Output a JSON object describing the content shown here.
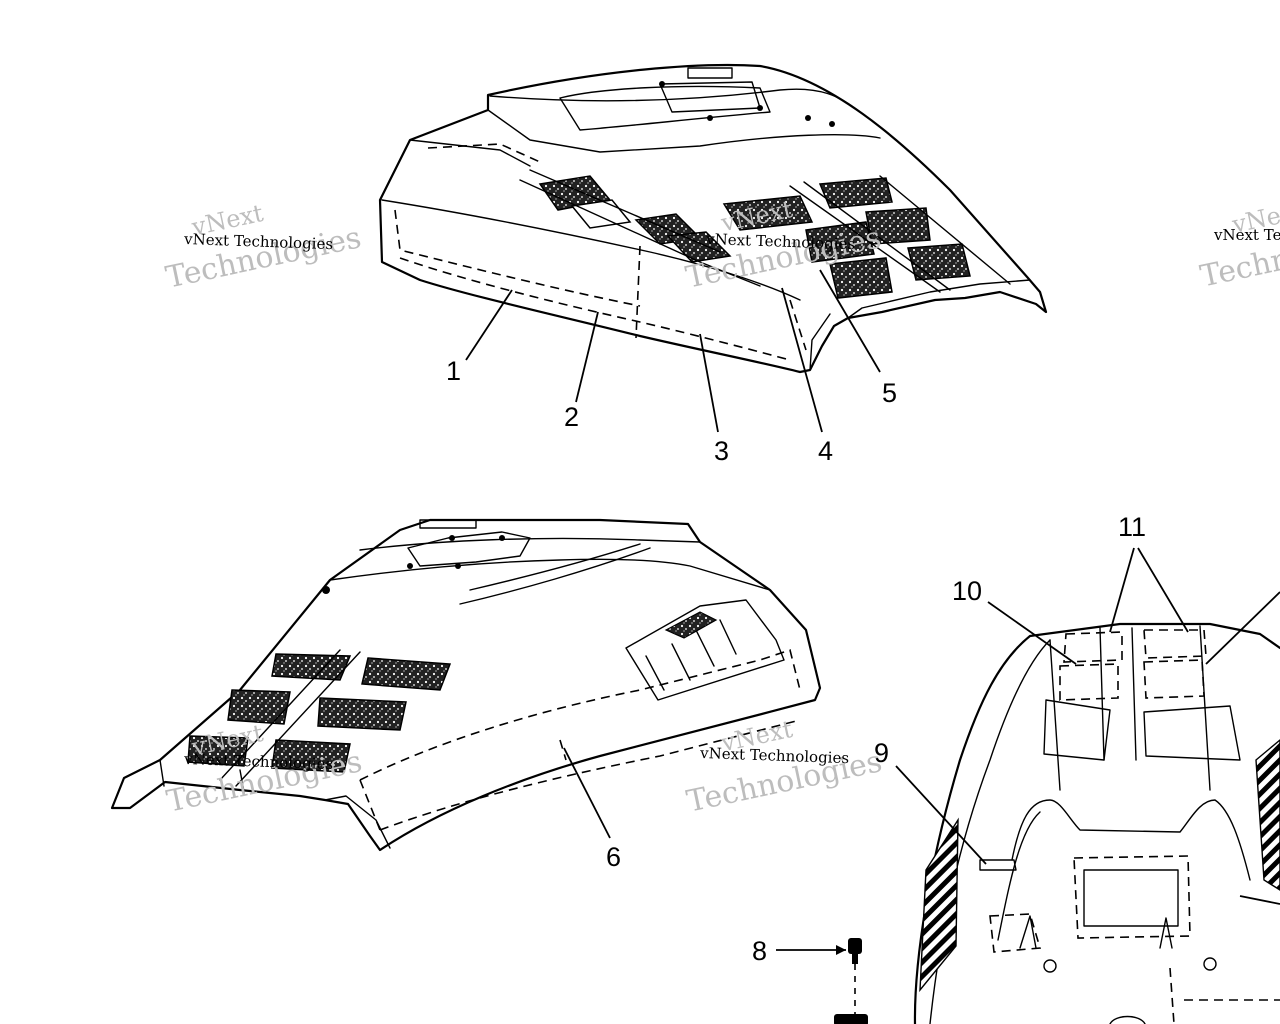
{
  "callouts": [
    "1",
    "2",
    "3",
    "4",
    "5",
    "6",
    "8",
    "9",
    "10",
    "11"
  ],
  "watermark": {
    "line1": "vNext",
    "line2": "Technologies",
    "small": "vNext Technologies",
    "small_partial": "vNext Te",
    "large_partial": "Techn"
  },
  "colors": {
    "line": "#000000",
    "watermark": "#bdbdbd",
    "background": "#ffffff"
  }
}
